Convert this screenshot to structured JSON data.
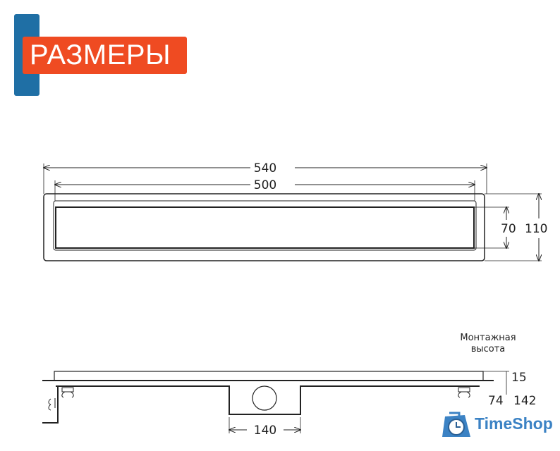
{
  "header": {
    "title": "РАЗМЕРЫ",
    "accent_color": "#ef4b22",
    "bar_color": "#1f6fa5"
  },
  "top_view": {
    "dimensions": {
      "overall_length": "540",
      "grate_length": "500",
      "grate_width": "70",
      "overall_width": "110"
    }
  },
  "side_view": {
    "note_line1": "Монтажная",
    "note_line2": "высота",
    "dimensions": {
      "outlet_width": "140",
      "top_thickness": "15",
      "height_min": "74",
      "height_max": "142"
    }
  },
  "logo": {
    "text": "TimeShop",
    "color": "#3b82c4",
    "icon": "clock-bag-icon"
  }
}
